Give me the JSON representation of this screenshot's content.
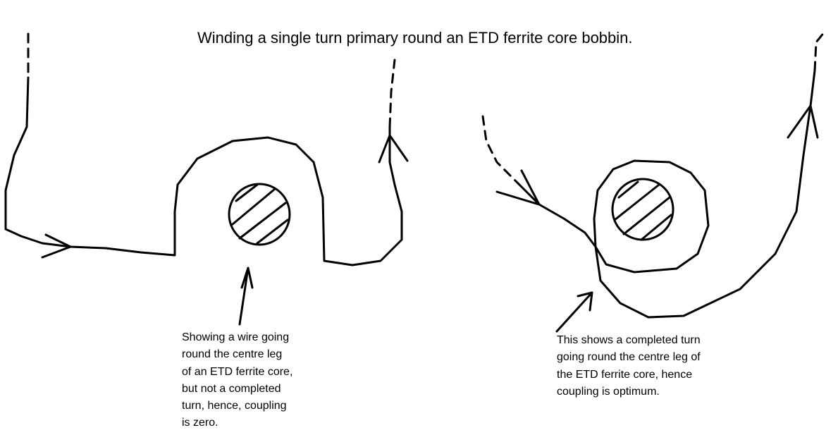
{
  "title": "Winding a single turn primary round an ETD ferrite core bobbin.",
  "left_note": {
    "lines": [
      "Showing a wire going",
      "round the centre leg",
      "of an ETD ferrite core,",
      "but not a completed",
      "turn, hence, coupling",
      "is zero."
    ]
  },
  "right_note": {
    "lines": [
      "This shows a completed turn",
      "going round the centre leg of",
      "the ETD ferrite core, hence",
      "coupling is optimum."
    ]
  }
}
